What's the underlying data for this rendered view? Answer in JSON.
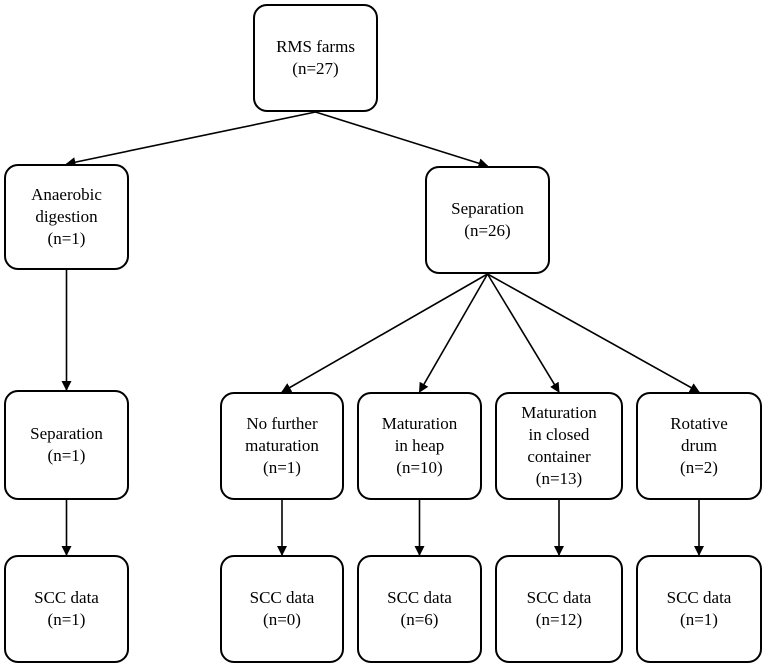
{
  "diagram": {
    "nodes": {
      "root": {
        "lines": [
          "RMS farms",
          "(n=27)"
        ]
      },
      "anaerobic": {
        "lines": [
          "Anaerobic",
          "digestion",
          "(n=1)"
        ]
      },
      "separation_main": {
        "lines": [
          "Separation",
          "(n=26)"
        ]
      },
      "separation_ad": {
        "lines": [
          "Separation",
          "(n=1)"
        ]
      },
      "no_further": {
        "lines": [
          "No further",
          "maturation",
          "(n=1)"
        ]
      },
      "heap": {
        "lines": [
          "Maturation",
          "in heap",
          "(n=10)"
        ]
      },
      "closed": {
        "lines": [
          "Maturation",
          "in closed",
          "container",
          "(n=13)"
        ]
      },
      "drum": {
        "lines": [
          "Rotative",
          "drum",
          "(n=2)"
        ]
      },
      "scc_ad": {
        "lines": [
          "SCC data",
          "(n=1)"
        ]
      },
      "scc_no_further": {
        "lines": [
          "SCC data",
          "(n=0)"
        ]
      },
      "scc_heap": {
        "lines": [
          "SCC data",
          "(n=6)"
        ]
      },
      "scc_closed": {
        "lines": [
          "SCC data",
          "(n=12)"
        ]
      },
      "scc_drum": {
        "lines": [
          "SCC data",
          "(n=1)"
        ]
      }
    },
    "edges": [
      {
        "from": "root",
        "to": "anaerobic"
      },
      {
        "from": "root",
        "to": "separation_main"
      },
      {
        "from": "anaerobic",
        "to": "separation_ad"
      },
      {
        "from": "separation_main",
        "to": "no_further"
      },
      {
        "from": "separation_main",
        "to": "heap"
      },
      {
        "from": "separation_main",
        "to": "closed"
      },
      {
        "from": "separation_main",
        "to": "drum"
      },
      {
        "from": "separation_ad",
        "to": "scc_ad"
      },
      {
        "from": "no_further",
        "to": "scc_no_further"
      },
      {
        "from": "heap",
        "to": "scc_heap"
      },
      {
        "from": "closed",
        "to": "scc_closed"
      },
      {
        "from": "drum",
        "to": "scc_drum"
      }
    ]
  }
}
